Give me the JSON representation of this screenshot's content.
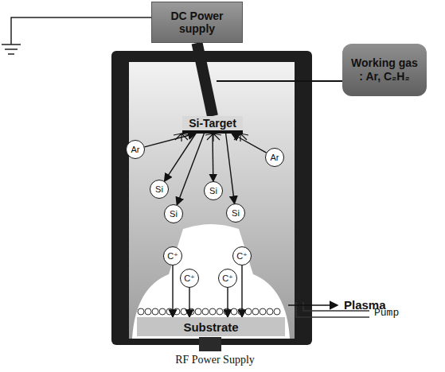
{
  "diagram": {
    "nodes": [
      {
        "text": [
          "DC Power supply"
        ]
      },
      {
        "text": [
          "Working gas : Ar, C₂H₂"
        ]
      },
      {
        "text": [
          "Si-Target"
        ]
      },
      {
        "text": [
          "Ar"
        ]
      },
      {
        "text": [
          "Ar"
        ]
      },
      {
        "text": [
          "Si"
        ]
      },
      {
        "text": [
          "Si"
        ]
      },
      {
        "text": [
          "Si"
        ]
      },
      {
        "text": [
          "Si"
        ]
      },
      {
        "text": [
          "C⁺"
        ]
      },
      {
        "text": [
          "C⁺"
        ]
      },
      {
        "text": [
          "C⁺"
        ]
      },
      {
        "text": [
          "C⁺"
        ]
      },
      {
        "text": [
          "Substrate"
        ]
      }
    ],
    "edges": [
      {
        "from": 0,
        "to": 2,
        "arrow": "none"
      },
      {
        "from": 3,
        "to": 2,
        "arrow": "to"
      },
      {
        "from": 4,
        "to": 2,
        "arrow": "to"
      },
      {
        "from": 2,
        "to": 5,
        "arrow": "to"
      },
      {
        "from": 2,
        "to": 6,
        "arrow": "to"
      },
      {
        "from": 2,
        "to": 7,
        "arrow": "to"
      },
      {
        "from": 2,
        "to": 8,
        "arrow": "to"
      },
      {
        "from": 9,
        "to": 13,
        "arrow": "to"
      },
      {
        "from": 10,
        "to": 13,
        "arrow": "to"
      },
      {
        "from": 11,
        "to": 13,
        "arrow": "to"
      },
      {
        "from": 12,
        "to": 13,
        "arrow": "to"
      }
    ],
    "labels": [
      "Plasma",
      "Pump",
      "RF Power Supply"
    ]
  }
}
